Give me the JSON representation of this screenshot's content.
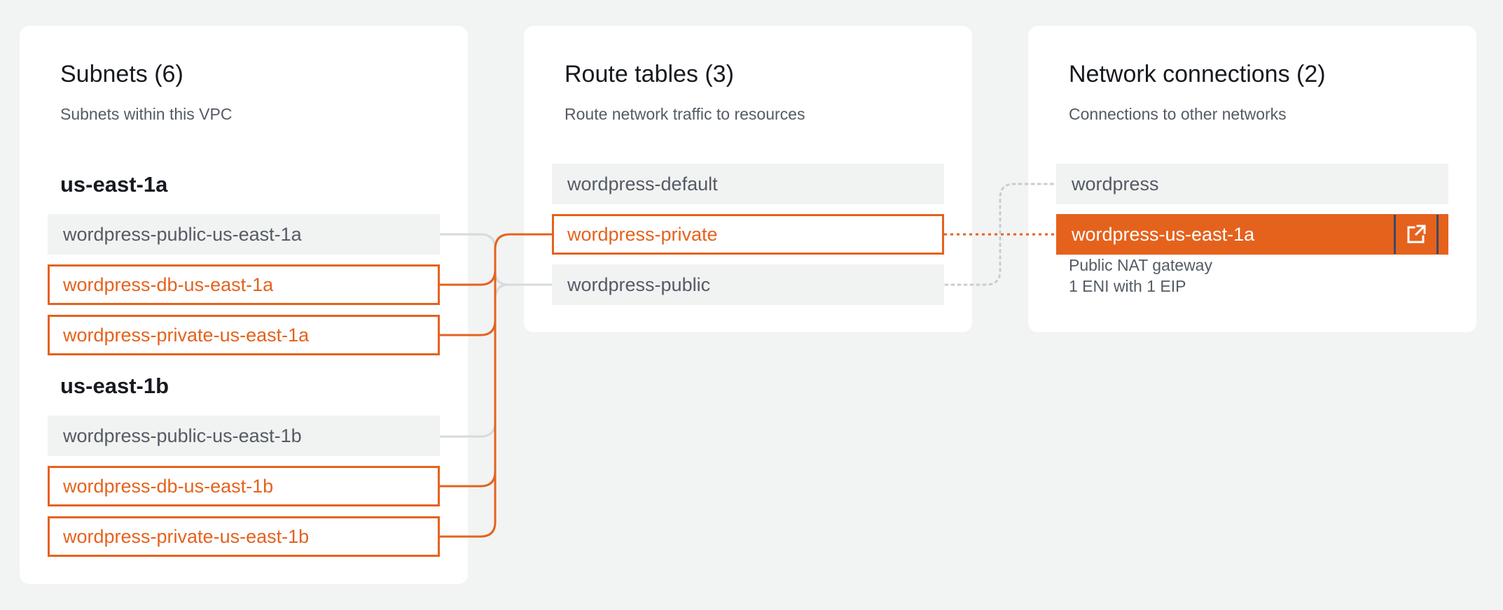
{
  "subnets": {
    "title": "Subnets (6)",
    "subtitle": "Subnets within this VPC",
    "zones": [
      {
        "name": "us-east-1a",
        "items": [
          {
            "label": "wordpress-public-us-east-1a",
            "highlighted": false
          },
          {
            "label": "wordpress-db-us-east-1a",
            "highlighted": true
          },
          {
            "label": "wordpress-private-us-east-1a",
            "highlighted": true
          }
        ]
      },
      {
        "name": "us-east-1b",
        "items": [
          {
            "label": "wordpress-public-us-east-1b",
            "highlighted": false
          },
          {
            "label": "wordpress-db-us-east-1b",
            "highlighted": true
          },
          {
            "label": "wordpress-private-us-east-1b",
            "highlighted": true
          }
        ]
      }
    ]
  },
  "route_tables": {
    "title": "Route tables (3)",
    "subtitle": "Route network traffic to resources",
    "items": [
      {
        "label": "wordpress-default",
        "highlighted": false
      },
      {
        "label": "wordpress-private",
        "highlighted": true
      },
      {
        "label": "wordpress-public",
        "highlighted": false
      }
    ]
  },
  "network_connections": {
    "title": "Network connections (2)",
    "subtitle": "Connections to other networks",
    "items": [
      {
        "label": "wordpress",
        "selected": false
      },
      {
        "label": "wordpress-us-east-1a",
        "selected": true,
        "icon": "external-link-icon"
      }
    ],
    "nat_type": "Public NAT gateway",
    "nat_eni": "1 ENI with 1 EIP"
  },
  "colors": {
    "accent": "#e5621d",
    "neutral_line": "#d5dbdb",
    "dotted_line": "#c8cdcf",
    "panel_bg": "#ffffff",
    "page_bg": "#f2f3f3"
  }
}
